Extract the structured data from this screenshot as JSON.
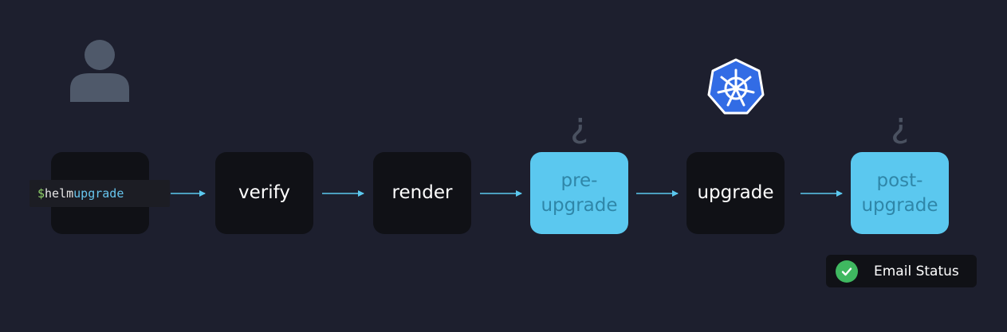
{
  "command": {
    "prompt": "$",
    "cmd": "helm",
    "arg": "upgrade"
  },
  "steps": [
    {
      "label": "verify",
      "is_hook": false
    },
    {
      "label": "render",
      "is_hook": false
    },
    {
      "label": "pre-\nupgrade",
      "is_hook": true
    },
    {
      "label": "upgrade",
      "is_hook": false
    },
    {
      "label": "post-\nupgrade",
      "is_hook": true
    }
  ],
  "hook_marker": "¿",
  "status_badge": {
    "label": "Email Status",
    "icon": "check-icon",
    "color": "#3fb860"
  },
  "icons": [
    "user-icon",
    "kubernetes-icon"
  ],
  "colors": {
    "background": "#1d1f2e",
    "node": "#101116",
    "hook_node": "#5bc8ef",
    "arrow": "#5bc8ef",
    "kubernetes": "#326ce5"
  }
}
